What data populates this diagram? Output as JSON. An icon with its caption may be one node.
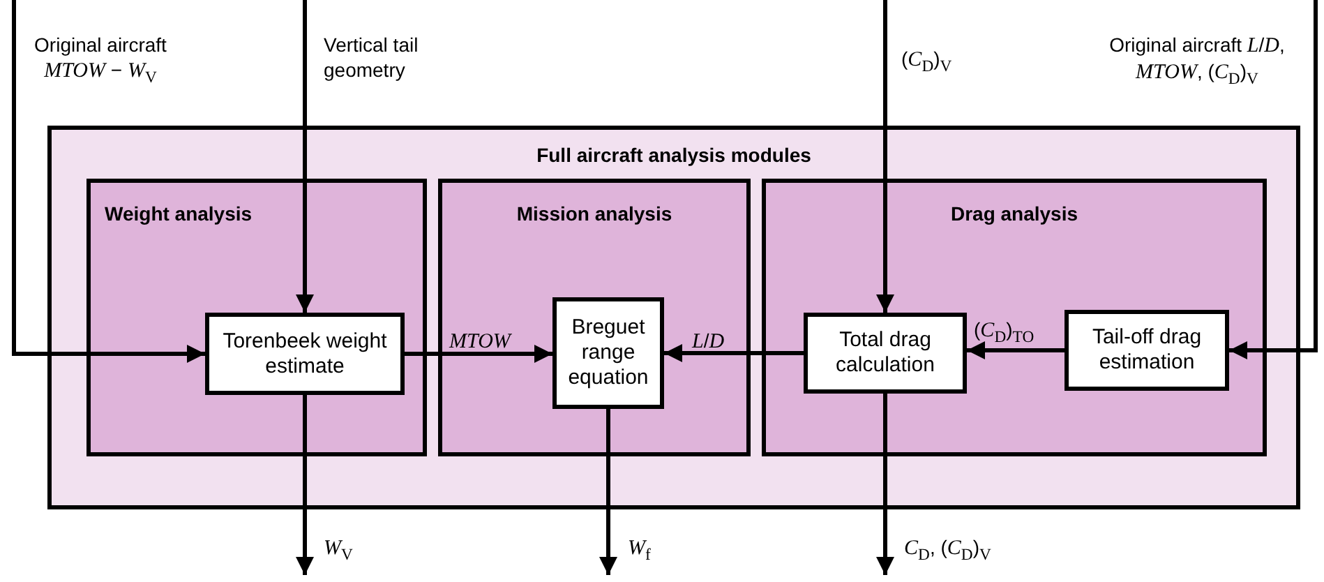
{
  "diagram": {
    "nodes": [
      {
        "text": [
          "Full aircraft analysis modules"
        ]
      },
      {
        "text": [
          "Weight analysis"
        ],
        "in": 0
      },
      {
        "text": [
          "Mission analysis"
        ],
        "in": 0
      },
      {
        "text": [
          "Drag analysis"
        ],
        "in": 0
      },
      {
        "text": [
          "Torenbeek weight estimate"
        ],
        "in": 1
      },
      {
        "text": [
          "Breguet range equation"
        ],
        "in": 2
      },
      {
        "text": [
          "Total drag calculation"
        ],
        "in": 3
      },
      {
        "text": [
          "Tail-off drag estimation"
        ],
        "in": 3
      }
    ],
    "edges": [
      {
        "from": null,
        "to": 4,
        "arrow": "to",
        "label": "Original aircraft *MTOW* − *W*$_{V}$"
      },
      {
        "from": null,
        "to": 4,
        "arrow": "to",
        "label": "Vertical tail geometry"
      },
      {
        "from": null,
        "to": 6,
        "arrow": "to",
        "label": "(*C*$_{D}$)$_{V}$"
      },
      {
        "from": null,
        "to": 7,
        "arrow": "to",
        "label": "Original aircraft *L*/*D*, *MTOW*, (*C*$_{D}$)$_{V}$"
      },
      {
        "from": 4,
        "to": 5,
        "arrow": "to",
        "label": "*MTOW*"
      },
      {
        "from": 6,
        "to": 5,
        "arrow": "to",
        "label": "*L*/*D*"
      },
      {
        "from": 7,
        "to": 6,
        "arrow": "to",
        "label": "(*C*$_{D}$)$_{TO}$"
      },
      {
        "from": 4,
        "to": null,
        "arrow": "to",
        "label": "*W*$_{V}$"
      },
      {
        "from": 5,
        "to": null,
        "arrow": "to",
        "label": "*W*$_{f}$"
      },
      {
        "from": 6,
        "to": null,
        "arrow": "to",
        "label": "*C*$_{D}$, (*C*$_{D}$)$_{V}$"
      }
    ]
  }
}
